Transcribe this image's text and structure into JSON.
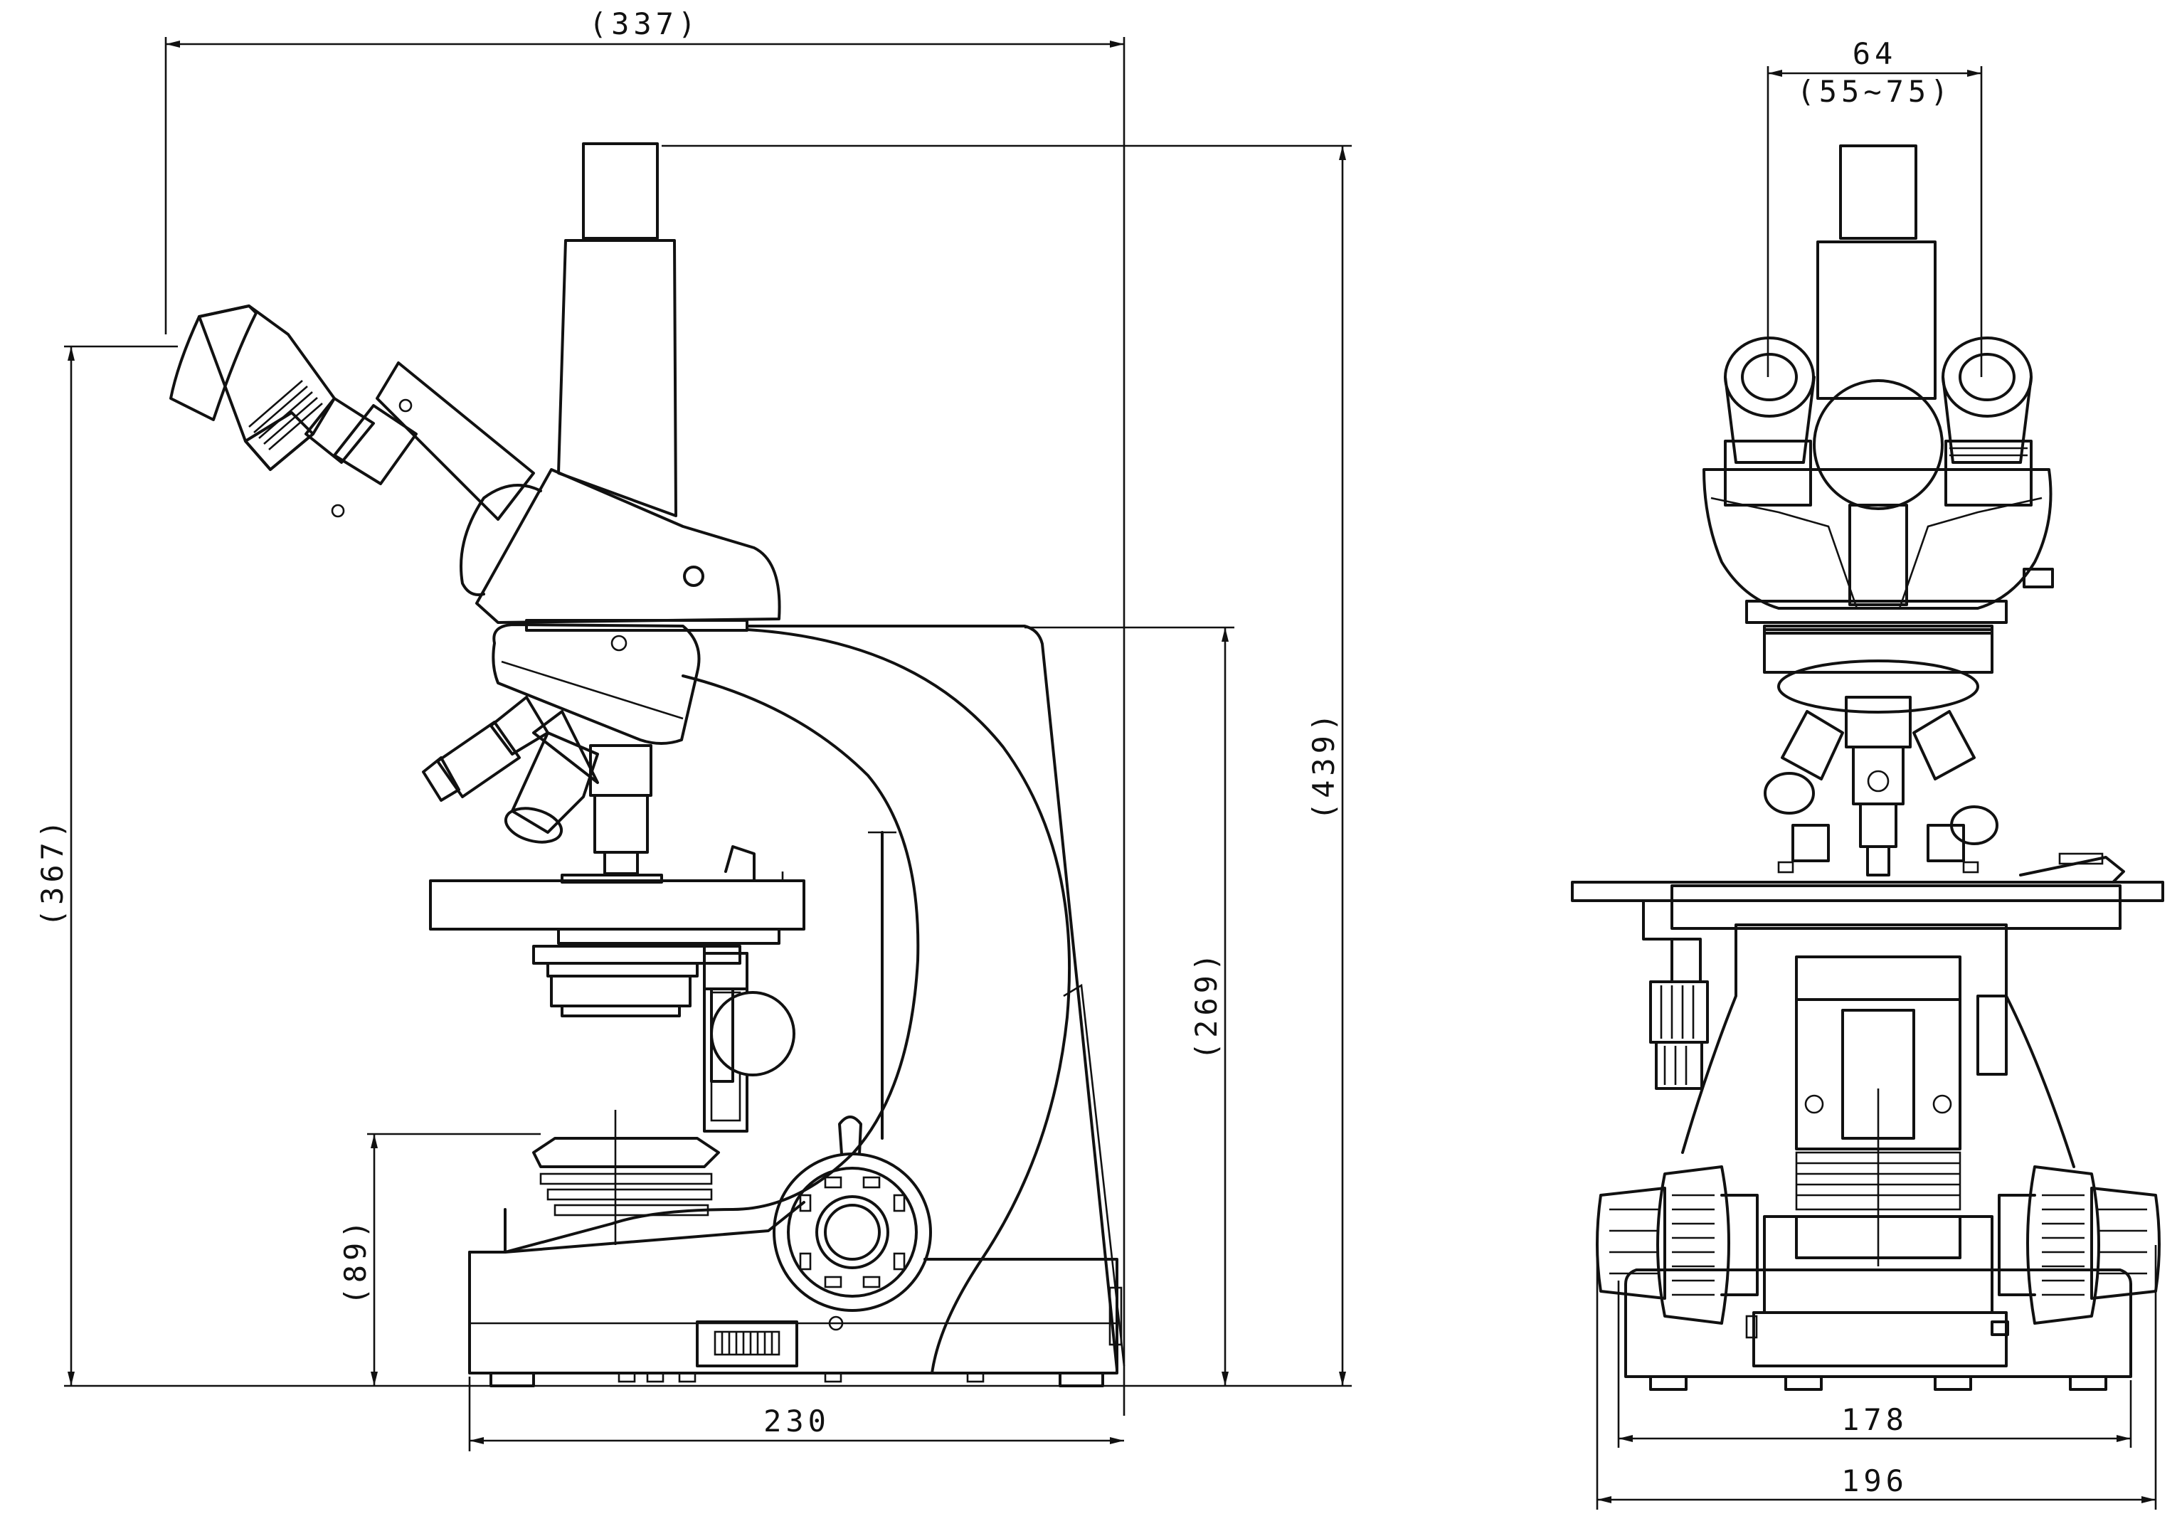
{
  "side_view": {
    "dim_overall_width": "(337)",
    "dim_base_width": "230",
    "dim_eyepiece_height": "(367)",
    "dim_total_height": "(439)",
    "dim_arm_height": "(269)",
    "dim_condenser_height": "(89)"
  },
  "front_view": {
    "dim_interpupillary": "64",
    "dim_interpupillary_range": "(55~75)",
    "dim_base_width": "178",
    "dim_overall_width": "196"
  }
}
